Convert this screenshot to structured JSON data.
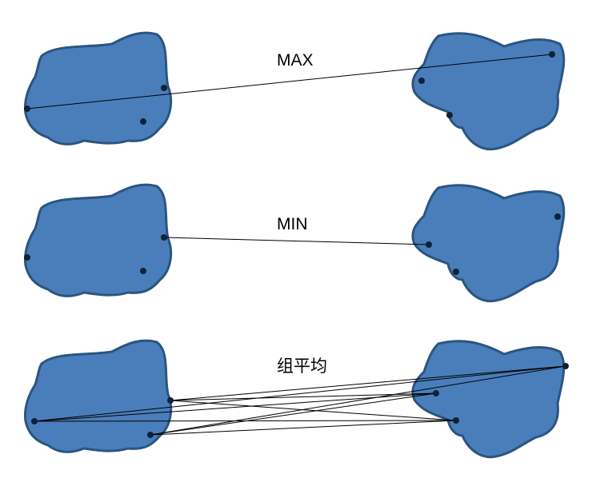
{
  "colors": {
    "cluster_fill": "#4a7ebb",
    "cluster_stroke": "#2a5580",
    "line": "#000000"
  },
  "panels": [
    {
      "label": "MAX"
    },
    {
      "label": "MIN"
    },
    {
      "label": "组平均"
    }
  ]
}
